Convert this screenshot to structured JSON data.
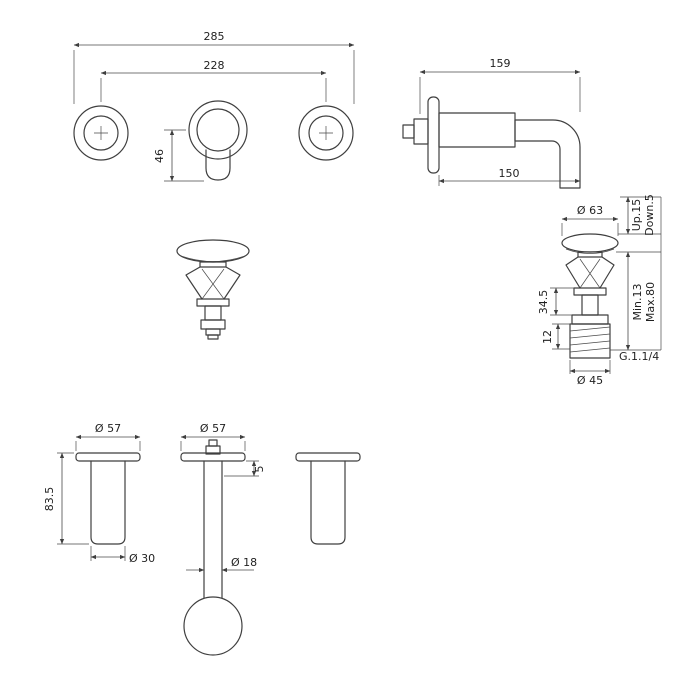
{
  "front_view": {
    "overall_width": "285",
    "hole_spacing": "228",
    "spout_drop": "46"
  },
  "spout_side_view": {
    "total_depth": "159",
    "wall_reach": "150"
  },
  "drain_view": {
    "cap_diameter": "Ø 63",
    "up_travel": "Up.15",
    "down_travel": "Down.5",
    "body_height": "34.5",
    "lock_nut": "12",
    "deck_min": "Min.13",
    "deck_max": "Max.80",
    "thread_size": "G.1.1/4",
    "tail_diameter": "Ø 45"
  },
  "handle_view": {
    "flange_diameter": "Ø 57",
    "height": "83.5",
    "grip_diameter": "Ø 30"
  },
  "spout_top_view": {
    "flange_diameter": "Ø 57",
    "aerator_offset": "5",
    "pipe_diameter": "Ø 18"
  }
}
